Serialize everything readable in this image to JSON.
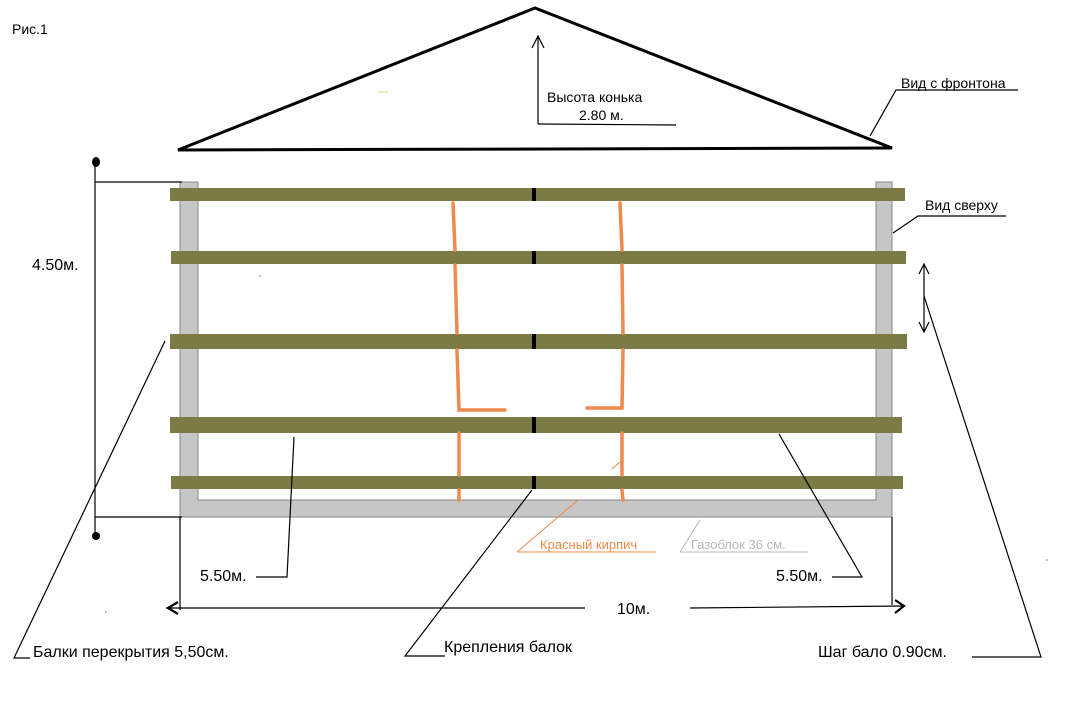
{
  "figure_label": "Рис.1",
  "labels": {
    "ridge_height_title": "Высота конька",
    "ridge_height_value": "2.80 м.",
    "gable_view": "Вид с фронтона",
    "top_view": "Вид сверху",
    "depth": "4.50м.",
    "left_span": "5.50м.",
    "right_span": "5.50м.",
    "total_length": "10м.",
    "red_brick": "Красный кирпич",
    "gas_block": "Газоблок 36 см.",
    "beams": "Балки перекрытия 5,50см.",
    "beam_mounts": "Крепления балок",
    "beam_step": "Шаг бало 0.90см."
  },
  "colors": {
    "beam": "#7d7b45",
    "wall": "#c6c6c6",
    "brick": "#f08a4b",
    "ink": "#000000",
    "gas_block_text": "#b8b8b8"
  }
}
